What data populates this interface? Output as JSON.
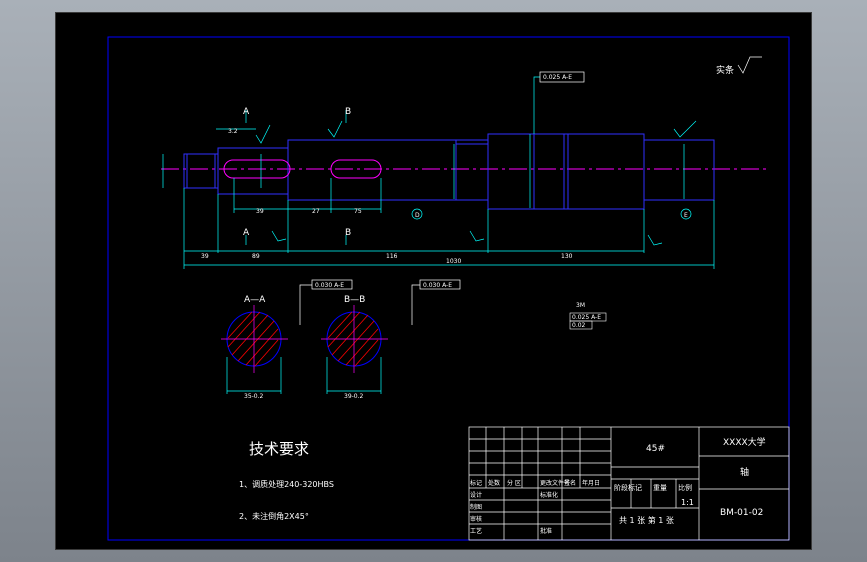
{
  "drawing": {
    "paper_label": "实条",
    "section_labels": {
      "a_top": "A",
      "b_top": "B",
      "a_bottom": "A",
      "b_bottom": "B",
      "view_aa": "A—A",
      "view_bb": "B—B"
    },
    "dims": {
      "overall": "1030",
      "d1": "39",
      "d2": "89",
      "d3": "116",
      "d4": "130",
      "d5": "39",
      "d6": "27",
      "d7": "75",
      "chamfer_top": "3.2",
      "sec_a_bottom": "35-0.2",
      "sec_b_bottom": "39-0.2"
    },
    "tolerance_frames": {
      "top": "0.025 A-E",
      "aa": "0.030 A-E",
      "bb": "0.030 A-E"
    },
    "datum_labels": [
      "D",
      "E"
    ],
    "small_note": "3M",
    "small_frames": [
      "0.025 A-E",
      "0.02"
    ]
  },
  "tech": {
    "title": "技术要求",
    "req1": "1、调质处理240-320HBS",
    "req2": "2、未注倒角2X45°"
  },
  "title_block": {
    "material": "45#",
    "university": "XXXX大学",
    "part_name": "轴",
    "drawing_no": "BM-01-02",
    "scale": "1:1",
    "sheet_info": "共 1 张  第 1 张",
    "row_headers": [
      "标记",
      "处数",
      "分 区",
      "更改文件号",
      "签名",
      "年月日"
    ],
    "col_left": [
      "设计",
      "制图",
      "审核",
      "工艺"
    ],
    "std": "标准化",
    "approve": "批准",
    "stage": "阶段标记",
    "weight": "重量",
    "ratio": "比例"
  },
  "colors": {
    "outline": "#0000ff",
    "shaft": "#2f2fff",
    "centerline": "#ff00ff",
    "dimension": "#00ffff",
    "hatch": "#ff0000",
    "text": "#ffffff",
    "green": "#00ff00"
  }
}
